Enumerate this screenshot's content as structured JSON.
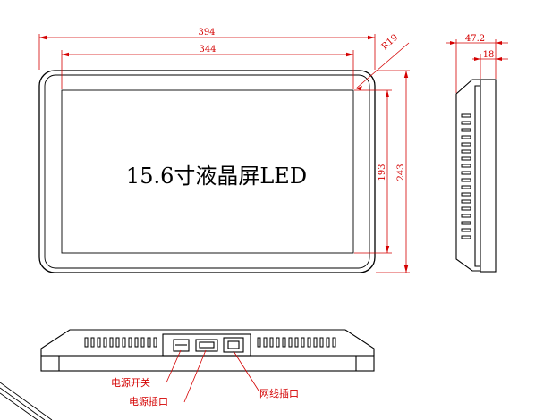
{
  "front": {
    "screen_label": "15.6寸液晶屏LED",
    "dim_outer_width": "394",
    "dim_inner_width": "344",
    "dim_radius": "R19",
    "dim_inner_height": "193",
    "dim_outer_height": "243"
  },
  "side": {
    "dim_total_depth": "47.2",
    "dim_rear_depth": "18"
  },
  "bottom": {
    "callout_power_switch": "电源开关",
    "callout_power_socket": "电源插口",
    "callout_network_port": "网线插口"
  },
  "colors": {
    "dimension": "#d40000",
    "outline": "#000000"
  }
}
